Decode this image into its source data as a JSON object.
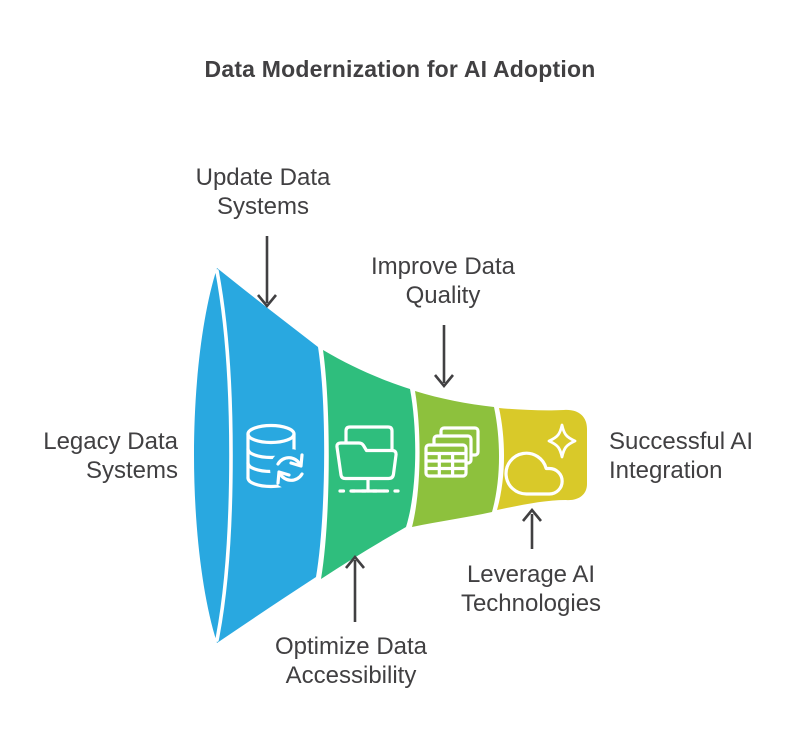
{
  "title": "Data Modernization for AI Adoption",
  "theme": {
    "background": "#ffffff",
    "text_color": "#414042",
    "connector_color": "#414042",
    "icon_color": "#ffffff",
    "divider_color": "#ffffff"
  },
  "funnel": {
    "input_label": {
      "line1": "Legacy Data",
      "line2": "Systems"
    },
    "output_label": {
      "line1": "Successful AI",
      "line2": "Integration"
    },
    "stages": [
      {
        "label": {
          "line1": "Update Data",
          "line2": "Systems"
        },
        "color": "#29A8E0",
        "icon": "database-sync-icon",
        "label_position": "top"
      },
      {
        "label": {
          "line1": "Optimize Data",
          "line2": "Accessibility"
        },
        "color": "#2FBE7D",
        "icon": "network-folder-icon",
        "label_position": "bottom"
      },
      {
        "label": {
          "line1": "Improve Data",
          "line2": "Quality"
        },
        "color": "#8DC13D",
        "icon": "data-tables-icon",
        "label_position": "top"
      },
      {
        "label": {
          "line1": "Leverage AI",
          "line2": "Technologies"
        },
        "color": "#D9C929",
        "icon": "ai-cloud-icon",
        "label_position": "bottom"
      }
    ]
  }
}
